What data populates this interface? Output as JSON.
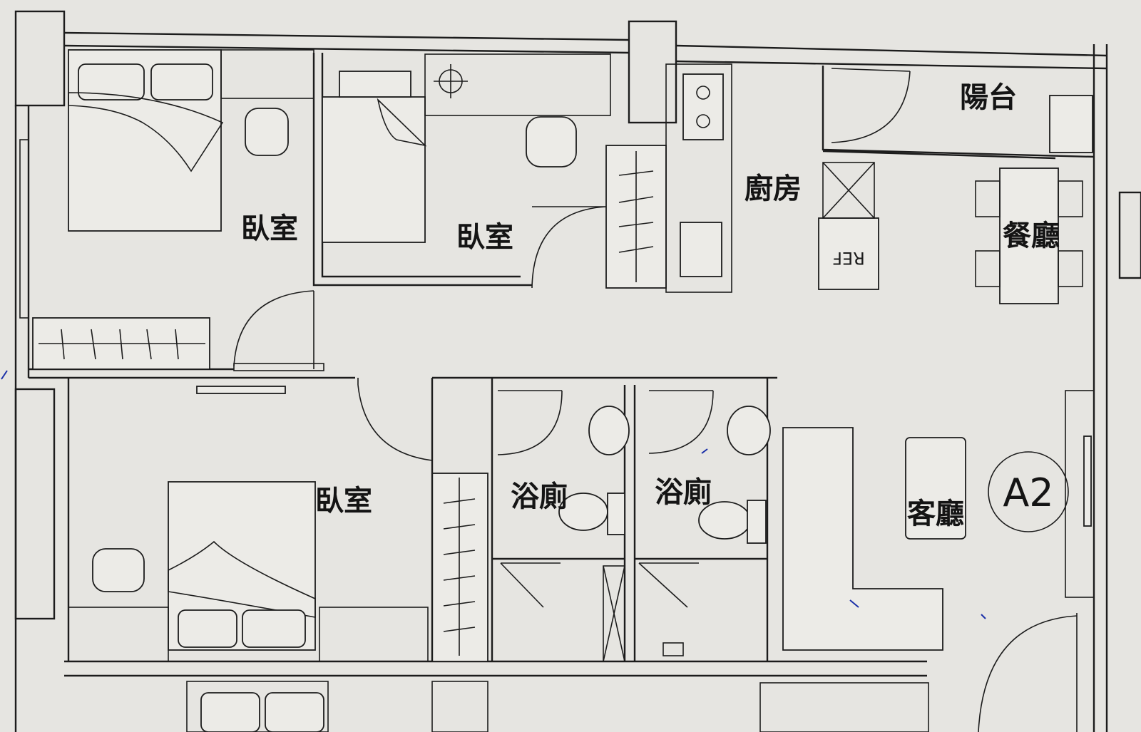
{
  "floorplan": {
    "unit_label": "A2",
    "rooms": {
      "bedroom_top_left": "臥室",
      "bedroom_top_middle": "臥室",
      "bedroom_bottom": "臥室",
      "kitchen": "廚房",
      "balcony": "陽台",
      "dining": "餐廳",
      "bathroom_left": "浴廁",
      "bathroom_right": "浴廁",
      "living": "客廳"
    },
    "fridge_text": "REF"
  },
  "colors": {
    "paper": "#e6e5e1",
    "ink": "#1c1c1c",
    "pen_marks": "#1a2fa8"
  }
}
